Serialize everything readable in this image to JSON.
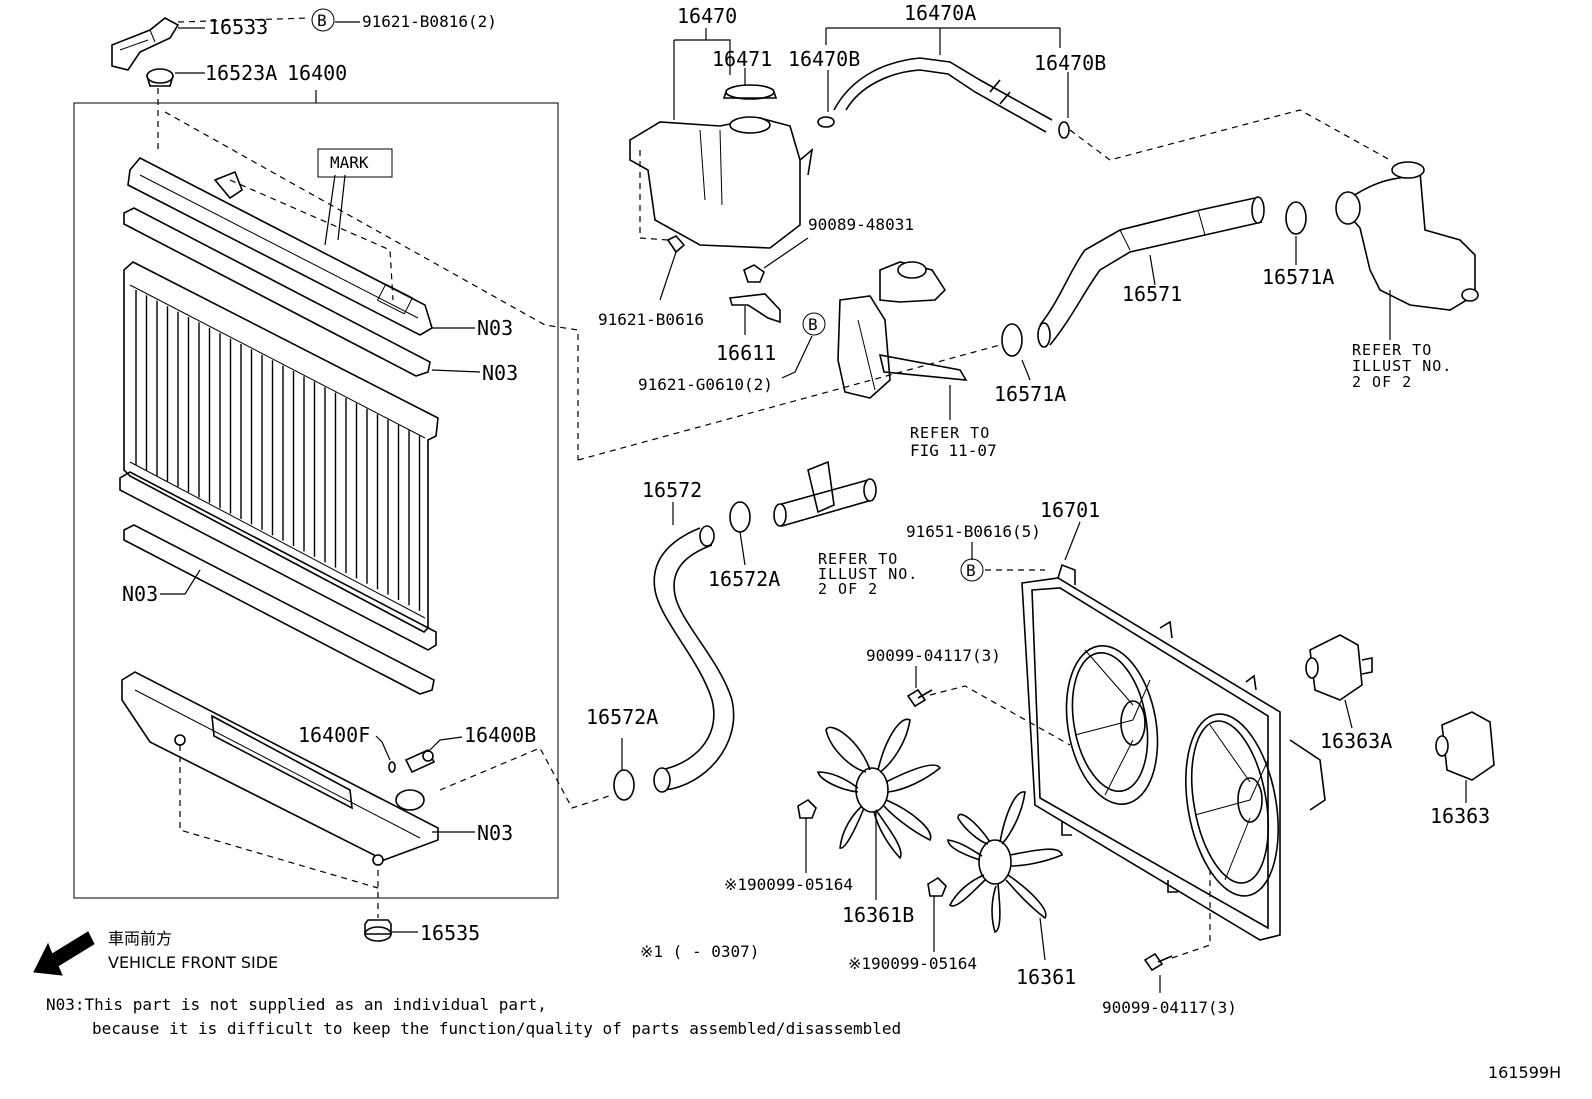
{
  "labels": {
    "p16533": "16533",
    "bRef": "B",
    "p91621_B0816": "91621-B0816(2)",
    "p16523A": "16523A",
    "p16400": "16400",
    "mark": "MARK",
    "n03_a": "N03",
    "n03_b": "N03",
    "n03_c": "N03",
    "n03_d": "N03",
    "p16400F": "16400F",
    "p16400B": "16400B",
    "p16535": "16535",
    "p16470": "16470",
    "p16471": "16471",
    "p16470A": "16470A",
    "p16470B_1": "16470B",
    "p16470B_2": "16470B",
    "p90089_48031": "90089-48031",
    "p91621_B0616": "91621-B0616",
    "p16611": "16611",
    "bRef2": "B",
    "p91621_G0610": "91621-G0610(2)",
    "refer_fig_line1": "REFER TO",
    "refer_fig_line2": "FIG 11-07",
    "p16571": "16571",
    "p16571A_1": "16571A",
    "p16571A_2": "16571A",
    "refer_illust_a_1": "REFER TO",
    "refer_illust_a_2": "ILLUST NO.",
    "refer_illust_a_3": "2 OF 2",
    "p16572": "16572",
    "p16572A_1": "16572A",
    "p16572A_2": "16572A",
    "refer_illust_b_1": "REFER TO",
    "refer_illust_b_2": "ILLUST NO.",
    "refer_illust_b_3": "2 OF 2",
    "p16701": "16701",
    "p91651_B0616": "91651-B0616(5)",
    "bRef3": "B",
    "p90099_04117_a": "90099-04117(3)",
    "p90099_04117_b": "90099-04117(3)",
    "p16363A": "16363A",
    "p16363": "16363",
    "p90099_05164_a": "※190099-05164",
    "p90099_05164_b": "※190099-05164",
    "p16361B": "16361B",
    "p16361": "16361",
    "note_x1": "※1 (      - 0307)",
    "front_jp": "車両前方",
    "front_en": "VEHICLE FRONT SIDE",
    "footnote_1": "N03:This part is not supplied as an individual part,",
    "footnote_2": "because it is difficult to keep the function/quality of parts assembled/disassembled",
    "figure_code": "161599H"
  }
}
